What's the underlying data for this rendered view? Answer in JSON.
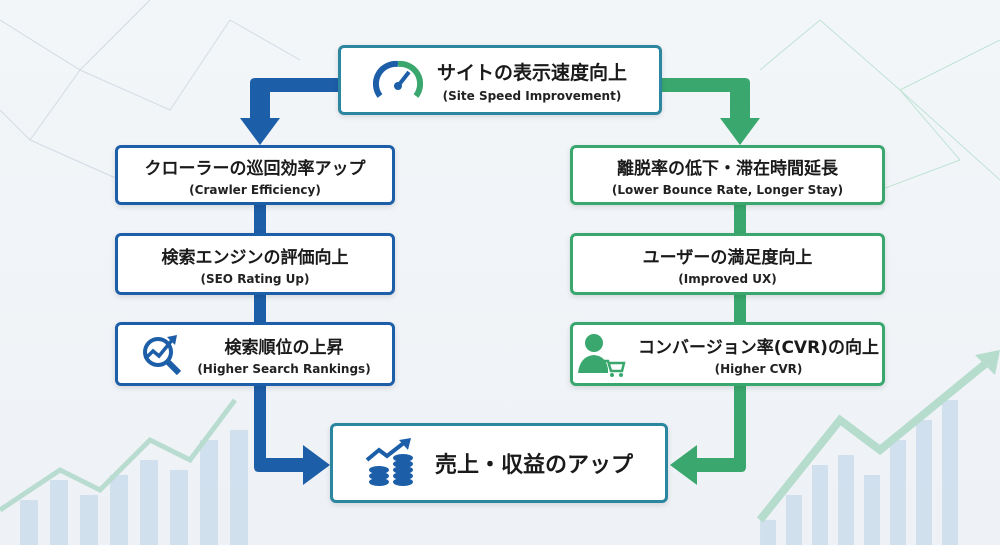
{
  "top": {
    "jp": "サイトの表示速度向上",
    "en": "(Site Speed Improvement)",
    "icon": "speedometer-icon"
  },
  "left": [
    {
      "jp": "クローラーの巡回効率アップ",
      "en": "(Crawler Efficiency)"
    },
    {
      "jp": "検索エンジンの評価向上",
      "en": "(SEO Rating Up)"
    },
    {
      "jp": "検索順位の上昇",
      "en": "(Higher Search Rankings)",
      "icon": "search-growth-icon"
    }
  ],
  "right": [
    {
      "jp": "離脱率の低下・滞在時間延長",
      "en": "(Lower Bounce Rate, Longer Stay)"
    },
    {
      "jp": "ユーザーの満足度向上",
      "en": "(Improved UX)"
    },
    {
      "jp": "コンバージョン率(CVR)の向上",
      "en": "(Higher CVR)",
      "icon": "shopper-cart-icon"
    }
  ],
  "bottom": {
    "jp": "売上・収益のアップ",
    "icon": "revenue-coins-icon"
  },
  "colors": {
    "blue": "#1d5ea8",
    "green": "#3aa86e"
  }
}
